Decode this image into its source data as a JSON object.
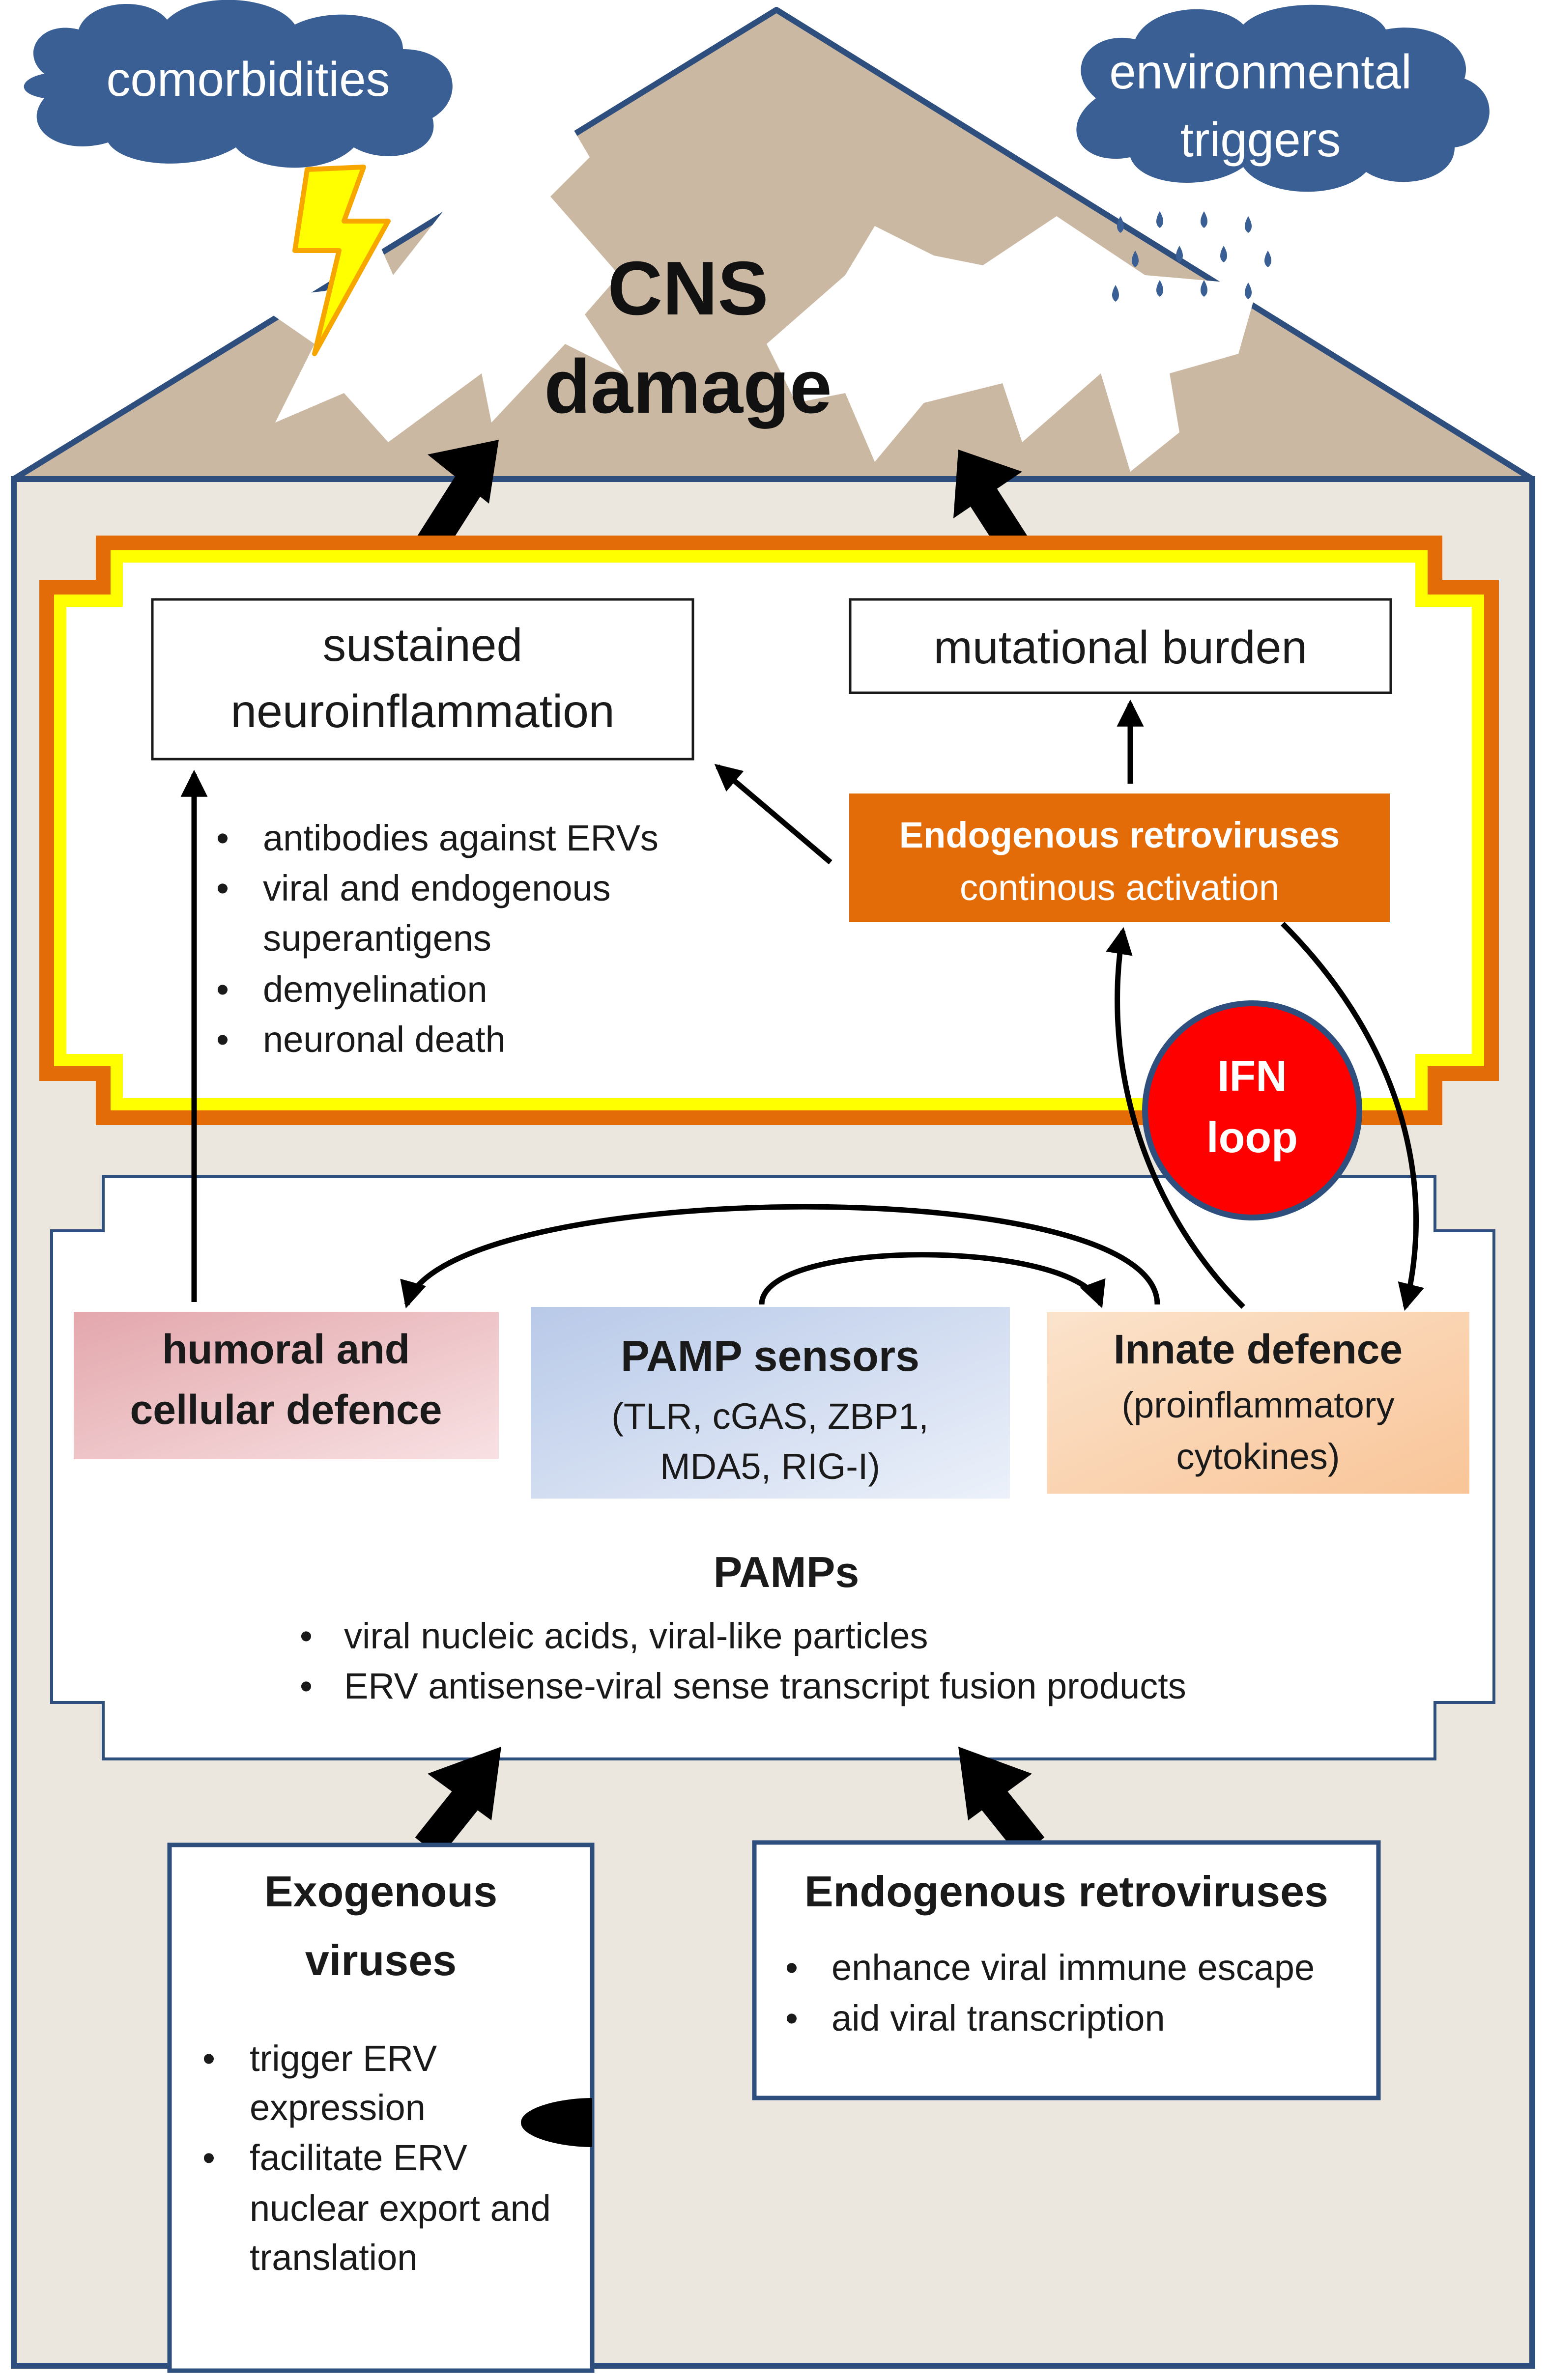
{
  "clouds": {
    "left": "comorbidities",
    "right": [
      "environmental",
      "triggers"
    ]
  },
  "cns": [
    "CNS",
    "damage"
  ],
  "inflammation_box": [
    "sustained",
    "neuroinflammation"
  ],
  "mutational_box": "mutational burden",
  "erv_activation": {
    "title": "Endogenous retroviruses",
    "subtitle": "continous activation"
  },
  "inflammation_bullets": [
    "antibodies against ERVs",
    "viral and endogenous",
    "superantigens",
    "demyelination",
    "neuronal death"
  ],
  "ifn_loop": [
    "IFN",
    "loop"
  ],
  "humoral": [
    "humoral and",
    "cellular defence"
  ],
  "pamp_sensors": {
    "title": "PAMP sensors",
    "lines": [
      "(TLR, cGAS, ZBP1,",
      "MDA5, RIG-I)"
    ]
  },
  "innate": {
    "title": "Innate defence",
    "lines": [
      "(proinflammatory",
      "cytokines)"
    ]
  },
  "pamps": {
    "title": "PAMPs",
    "bullets": [
      "viral nucleic acids, viral-like particles",
      "ERV antisense-viral sense transcript fusion products"
    ]
  },
  "exogenous": {
    "title": [
      "Exogenous",
      "viruses"
    ],
    "bullets": [
      "trigger ERV",
      "expression",
      "facilitate ERV",
      "nuclear export and",
      "translation"
    ]
  },
  "endogenous": {
    "title": "Endogenous retroviruses",
    "bullets": [
      "enhance viral immune escape",
      "aid viral transcription"
    ]
  },
  "colors": {
    "house_fill": "#ebe7de",
    "roof_fill": "#cbb8a2",
    "navy": "#2e4e7e",
    "cloud": "#3a5f95",
    "orange": "#e36c09",
    "yellow": "#ffff00",
    "ifn_red": "#ff0000"
  }
}
